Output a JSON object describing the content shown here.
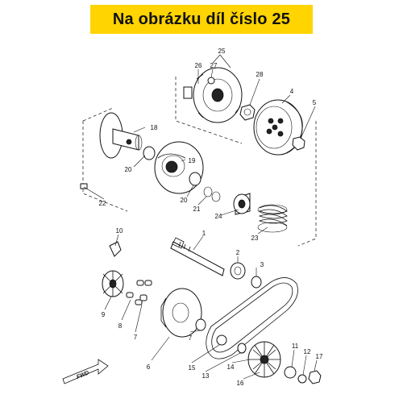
{
  "banner": {
    "text": "Na obrázku díl číslo 25",
    "background": "#ffd400"
  },
  "fwd_label": "FWD",
  "callouts": [
    {
      "id": "25",
      "text": "25"
    },
    {
      "id": "26",
      "text": "26"
    },
    {
      "id": "27",
      "text": "27"
    },
    {
      "id": "28",
      "text": "28"
    },
    {
      "id": "4",
      "text": "4"
    },
    {
      "id": "5",
      "text": "5"
    },
    {
      "id": "18",
      "text": "18"
    },
    {
      "id": "19",
      "text": "19"
    },
    {
      "id": "20a",
      "text": "20"
    },
    {
      "id": "20b",
      "text": "20"
    },
    {
      "id": "21",
      "text": "21"
    },
    {
      "id": "22",
      "text": "22"
    },
    {
      "id": "24",
      "text": "24"
    },
    {
      "id": "23",
      "text": "23"
    },
    {
      "id": "1",
      "text": "1"
    },
    {
      "id": "2",
      "text": "2"
    },
    {
      "id": "3",
      "text": "3"
    },
    {
      "id": "10",
      "text": "10"
    },
    {
      "id": "9",
      "text": "9"
    },
    {
      "id": "8",
      "text": "8"
    },
    {
      "id": "7a",
      "text": "7"
    },
    {
      "id": "7b",
      "text": "7"
    },
    {
      "id": "6",
      "text": "6"
    },
    {
      "id": "15",
      "text": "15"
    },
    {
      "id": "13",
      "text": "13"
    },
    {
      "id": "14",
      "text": "14"
    },
    {
      "id": "16",
      "text": "16"
    },
    {
      "id": "11",
      "text": "11"
    },
    {
      "id": "12",
      "text": "12"
    },
    {
      "id": "17",
      "text": "17"
    }
  ]
}
